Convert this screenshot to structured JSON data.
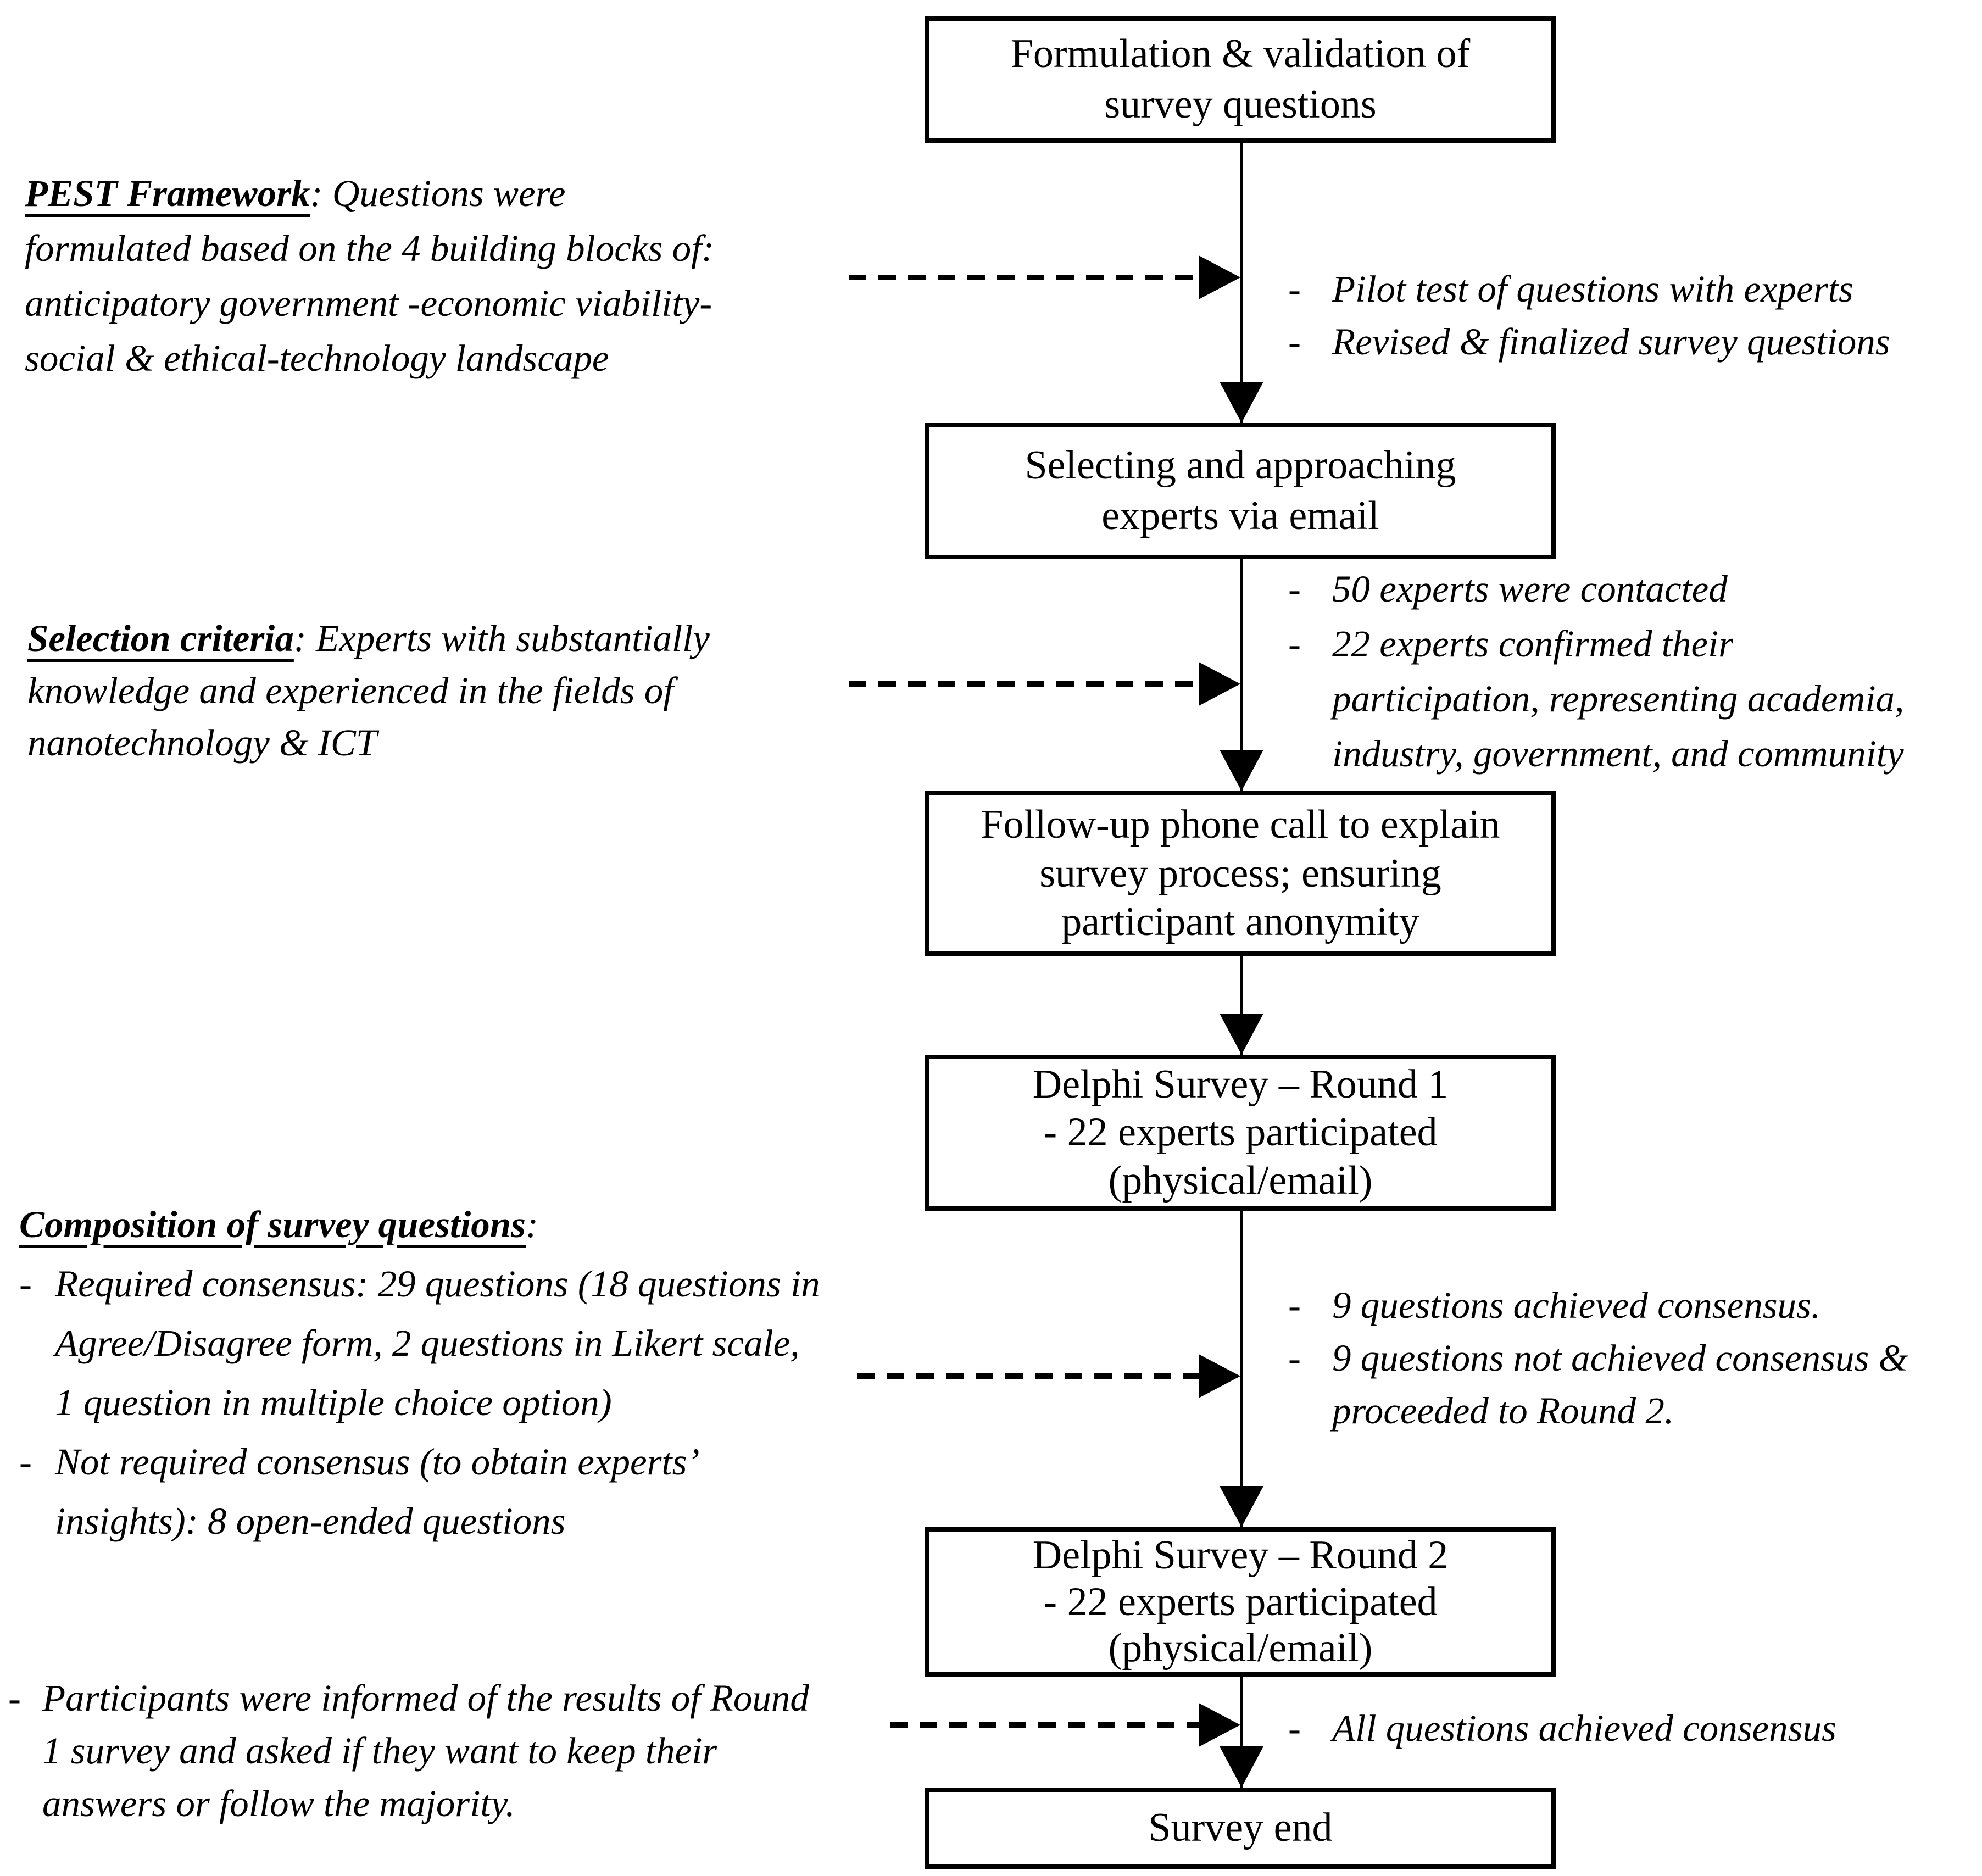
{
  "title": "Delphi survey process flowchart",
  "colors": {
    "text": "#000000",
    "background": "#ffffff",
    "line": "#000000"
  },
  "flow_boxes": {
    "box1": {
      "lines": [
        "Formulation & validation of",
        "survey questions"
      ]
    },
    "box2": {
      "lines": [
        "Selecting and approaching",
        "experts via email"
      ]
    },
    "box3": {
      "lines": [
        "Follow-up phone call to explain",
        "survey process; ensuring",
        "participant anonymity"
      ]
    },
    "box4": {
      "lines": [
        "Delphi Survey – Round 1",
        "- 22 experts participated",
        "(physical/email)"
      ]
    },
    "box5": {
      "lines": [
        "Delphi Survey – Round 2",
        "- 22 experts participated",
        "(physical/email)"
      ]
    },
    "box6": {
      "lines": [
        "Survey end"
      ]
    }
  },
  "left_annotations": {
    "pest": {
      "heading": "PEST Framework",
      "rest": ": Questions were",
      "lines": [
        "formulated based on the 4 building blocks of:",
        "anticipatory government -economic viability-",
        "social & ethical-technology landscape"
      ]
    },
    "selection": {
      "heading": "Selection criteria",
      "rest": ": Experts with substantially",
      "lines": [
        "knowledge and experienced in the fields of",
        "nanotechnology & ICT"
      ]
    },
    "composition": {
      "heading": "Composition of survey questions",
      "rest": ":",
      "bullets": [
        {
          "marker": "-",
          "lines": [
            "Required consensus: 29 questions (18 questions in",
            "Agree/Disagree form, 2 questions in Likert scale,",
            "1 question in multiple choice option)"
          ]
        },
        {
          "marker": "-",
          "lines": [
            "Not required consensus (to obtain experts’",
            "insights): 8 open-ended questions"
          ]
        }
      ]
    },
    "participants": {
      "marker": "-",
      "lines": [
        "Participants were informed of the results of Round",
        "1 survey and asked if they want to keep their",
        "answers or follow the majority."
      ]
    }
  },
  "right_annotations": {
    "pilot": {
      "items": [
        {
          "marker": "-",
          "lines": [
            "Pilot test of questions with experts"
          ]
        },
        {
          "marker": "-",
          "lines": [
            "Revised & finalized survey questions"
          ]
        }
      ]
    },
    "contacted": {
      "items": [
        {
          "marker": "-",
          "lines": [
            "50 experts were contacted"
          ]
        },
        {
          "marker": "-",
          "lines": [
            "22 experts confirmed their",
            "participation, representing academia,",
            "industry, government, and community"
          ]
        }
      ]
    },
    "round1_results": {
      "items": [
        {
          "marker": "-",
          "lines": [
            "9 questions achieved consensus."
          ]
        },
        {
          "marker": "-",
          "lines": [
            "9 questions not achieved consensus &",
            "proceeded to Round 2."
          ]
        }
      ]
    },
    "round2_results": {
      "items": [
        {
          "marker": "-",
          "lines": [
            "All questions achieved consensus"
          ]
        }
      ]
    }
  }
}
